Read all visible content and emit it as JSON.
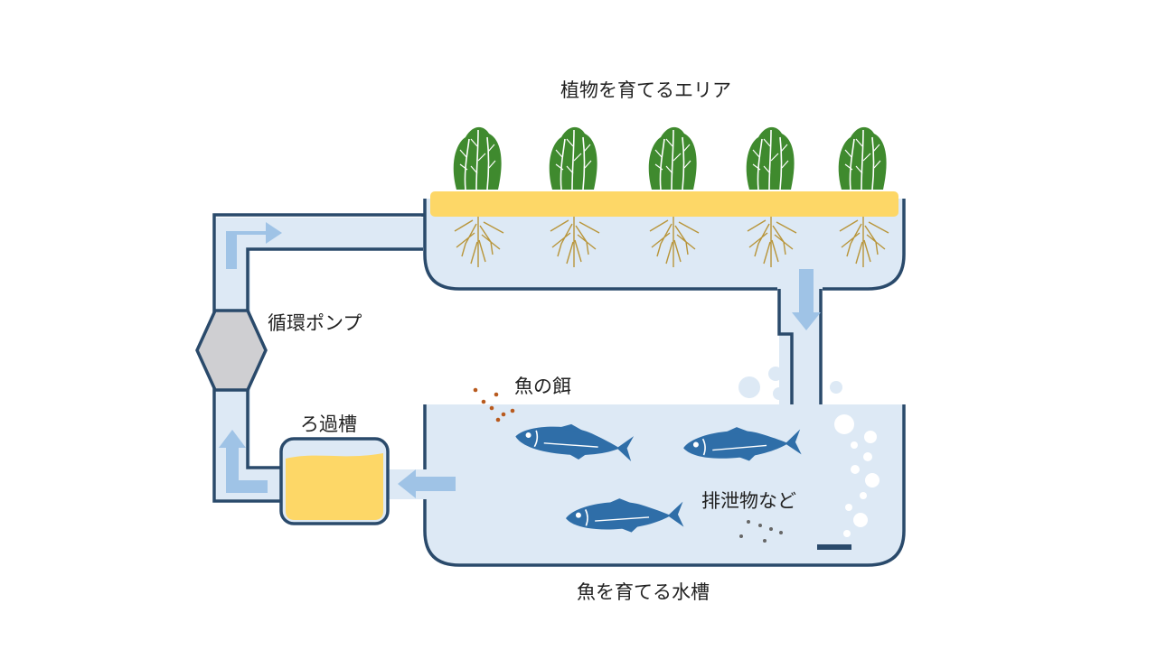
{
  "labels": {
    "plant_area": "植物を育てるエリア",
    "pump": "循環ポンプ",
    "filter": "ろ過槽",
    "fish_food": "魚の餌",
    "waste": "排泄物など",
    "fish_tank": "魚を育てる水槽"
  },
  "colors": {
    "outline": "#2a4a6b",
    "water": "#dde9f5",
    "flow_arrow": "#9fc3e6",
    "grow_bed": "#fdd767",
    "filter_media": "#fdd767",
    "leaf": "#3f8a2e",
    "leaf_vein": "#ffffff",
    "roots": "#b8953a",
    "fish": "#2f6ea8",
    "pump": "#cfcfd2",
    "food_pellets": "#b85a1e",
    "waste_dots": "#666666",
    "bubbles": "#dde9f5"
  },
  "counts": {
    "plants": 5,
    "fish": 3
  }
}
